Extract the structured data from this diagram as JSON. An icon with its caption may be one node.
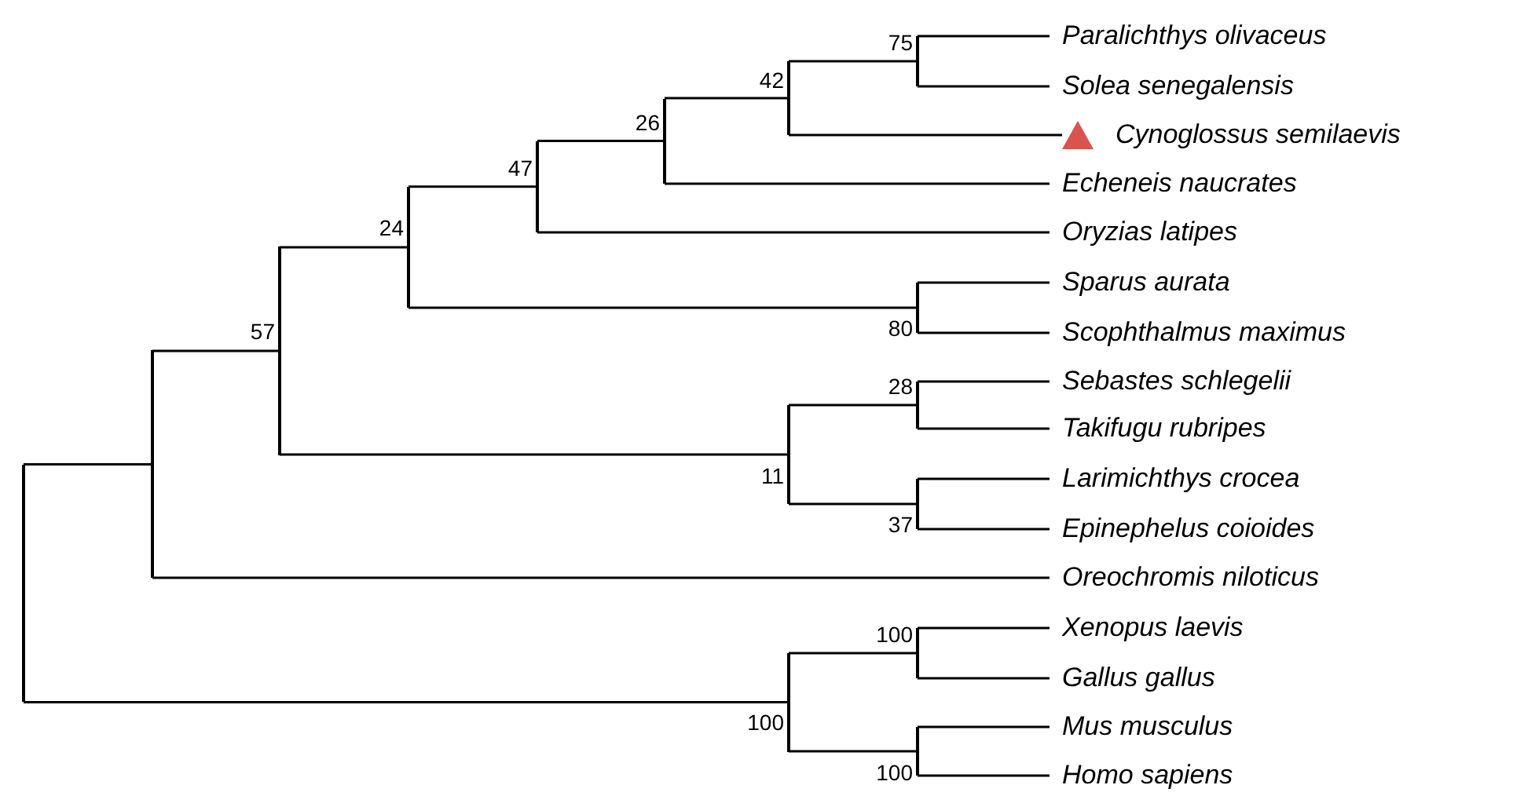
{
  "diagram": {
    "nodes": [
      {
        "text": [
          "Paralichthys olivaceus"
        ]
      },
      {
        "text": [
          "Solea senegalensis"
        ]
      },
      {
        "text": [
          "Cynoglossus semilaevis"
        ]
      },
      {
        "text": [
          "Echeneis naucrates"
        ]
      },
      {
        "text": [
          "Oryzias latipes"
        ]
      },
      {
        "text": [
          "Sparus aurata"
        ]
      },
      {
        "text": [
          "Scophthalmus maximus"
        ]
      },
      {
        "text": [
          "Sebastes schlegelii"
        ]
      },
      {
        "text": [
          "Takifugu rubripes"
        ]
      },
      {
        "text": [
          "Larimichthys crocea"
        ]
      },
      {
        "text": [
          "Epinephelus coioides"
        ]
      },
      {
        "text": [
          "Oreochromis niloticus"
        ]
      },
      {
        "text": [
          "Xenopus laevis"
        ]
      },
      {
        "text": [
          "Gallus gallus"
        ]
      },
      {
        "text": [
          "Mus musculus"
        ]
      },
      {
        "text": [
          "Homo sapiens"
        ]
      },
      {
        "text": [],
        "shape": "bar"
      },
      {
        "text": [],
        "shape": "bar"
      },
      {
        "text": [],
        "shape": "bar",
        "beside": [
          "57"
        ]
      },
      {
        "text": [],
        "shape": "bar",
        "beside": [
          "24"
        ]
      },
      {
        "text": [],
        "shape": "bar",
        "beside": [
          "47"
        ]
      },
      {
        "text": [],
        "shape": "bar",
        "beside": [
          "26"
        ]
      },
      {
        "text": [],
        "shape": "bar",
        "beside": [
          "42"
        ]
      },
      {
        "text": [],
        "shape": "bar",
        "beside": [
          "75"
        ]
      },
      {
        "text": [],
        "shape": "bar",
        "beside": [
          "80"
        ]
      },
      {
        "text": [],
        "shape": "bar",
        "beside": [
          "11"
        ]
      },
      {
        "text": [],
        "shape": "bar",
        "beside": [
          "28"
        ]
      },
      {
        "text": [],
        "shape": "bar",
        "beside": [
          "37"
        ]
      },
      {
        "text": [],
        "shape": "bar",
        "beside": [
          "100"
        ]
      },
      {
        "text": [],
        "shape": "bar",
        "beside": [
          "100"
        ]
      },
      {
        "text": [],
        "shape": "bar",
        "beside": [
          "100"
        ]
      },
      {
        "text": [],
        "shape": "triangle"
      }
    ],
    "edges": [
      {
        "from": 16,
        "to": 17,
        "arrow": "none"
      },
      {
        "from": 16,
        "to": 28,
        "arrow": "none"
      },
      {
        "from": 17,
        "to": 18,
        "arrow": "none"
      },
      {
        "from": 17,
        "to": 11,
        "arrow": "none"
      },
      {
        "from": 18,
        "to": 19,
        "arrow": "none"
      },
      {
        "from": 18,
        "to": 25,
        "arrow": "none"
      },
      {
        "from": 19,
        "to": 20,
        "arrow": "none"
      },
      {
        "from": 19,
        "to": 24,
        "arrow": "none"
      },
      {
        "from": 20,
        "to": 21,
        "arrow": "none"
      },
      {
        "from": 20,
        "to": 4,
        "arrow": "none"
      },
      {
        "from": 21,
        "to": 22,
        "arrow": "none"
      },
      {
        "from": 21,
        "to": 3,
        "arrow": "none"
      },
      {
        "from": 22,
        "to": 23,
        "arrow": "none"
      },
      {
        "from": 22,
        "to": 31,
        "arrow": "none"
      },
      {
        "from": 23,
        "to": 0,
        "arrow": "none"
      },
      {
        "from": 23,
        "to": 1,
        "arrow": "none"
      },
      {
        "from": 24,
        "to": 5,
        "arrow": "none"
      },
      {
        "from": 24,
        "to": 6,
        "arrow": "none"
      },
      {
        "from": 25,
        "to": 26,
        "arrow": "none"
      },
      {
        "from": 25,
        "to": 27,
        "arrow": "none"
      },
      {
        "from": 26,
        "to": 7,
        "arrow": "none"
      },
      {
        "from": 26,
        "to": 8,
        "arrow": "none"
      },
      {
        "from": 27,
        "to": 9,
        "arrow": "none"
      },
      {
        "from": 27,
        "to": 10,
        "arrow": "none"
      },
      {
        "from": 28,
        "to": 29,
        "arrow": "none"
      },
      {
        "from": 28,
        "to": 30,
        "arrow": "none"
      },
      {
        "from": 29,
        "to": 12,
        "arrow": "none"
      },
      {
        "from": 29,
        "to": 13,
        "arrow": "none"
      },
      {
        "from": 30,
        "to": 14,
        "arrow": "none"
      },
      {
        "from": 30,
        "to": 15,
        "arrow": "none"
      }
    ]
  }
}
